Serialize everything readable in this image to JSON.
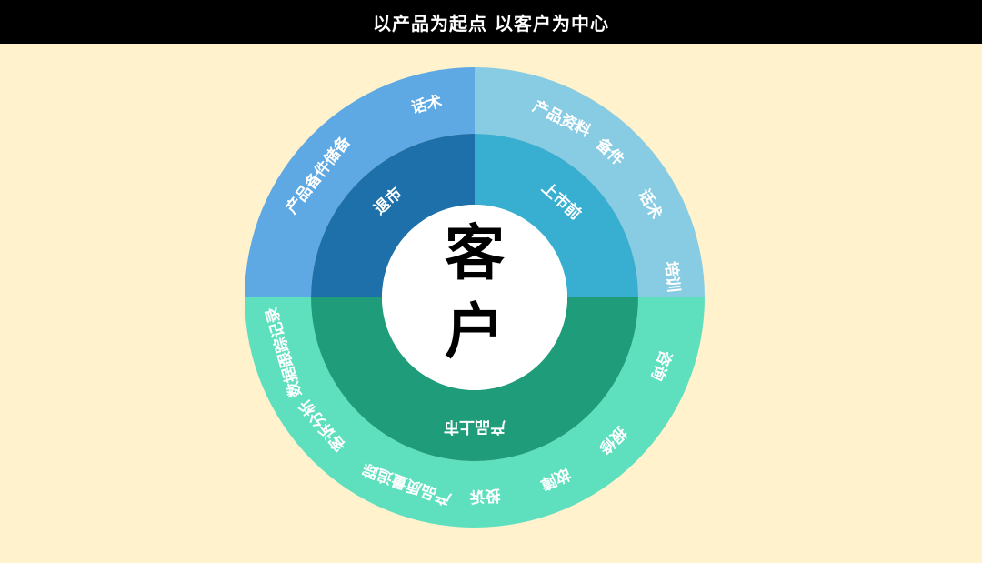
{
  "title": "以产品为起点 以客户为中心",
  "colors": {
    "background": "#FFF2CC",
    "title_bar": "#000000",
    "outer_tr": "#88CCE4",
    "outer_tl": "#5EA9E3",
    "outer_bottom": "#5EE0BE",
    "inner_tr": "#38AFD1",
    "inner_tl": "#1E70AA",
    "inner_bottom": "#1F9C7A",
    "center": "#FFFFFF"
  },
  "center": {
    "line1": "客",
    "line2": "户"
  },
  "inner_ring": {
    "pre_launch": "上市前",
    "delisting": "退市",
    "post_launch": "产品上市"
  },
  "outer_ring": {
    "top_right": [
      "产品资料",
      "备件",
      "话术",
      "培训"
    ],
    "top_left": [
      "话术",
      "产品备件储备"
    ],
    "bottom": [
      "咨询",
      "报修",
      "故障",
      "投诉",
      "产品质量追踪",
      "客诉分析",
      "数据跟踪记录"
    ]
  }
}
